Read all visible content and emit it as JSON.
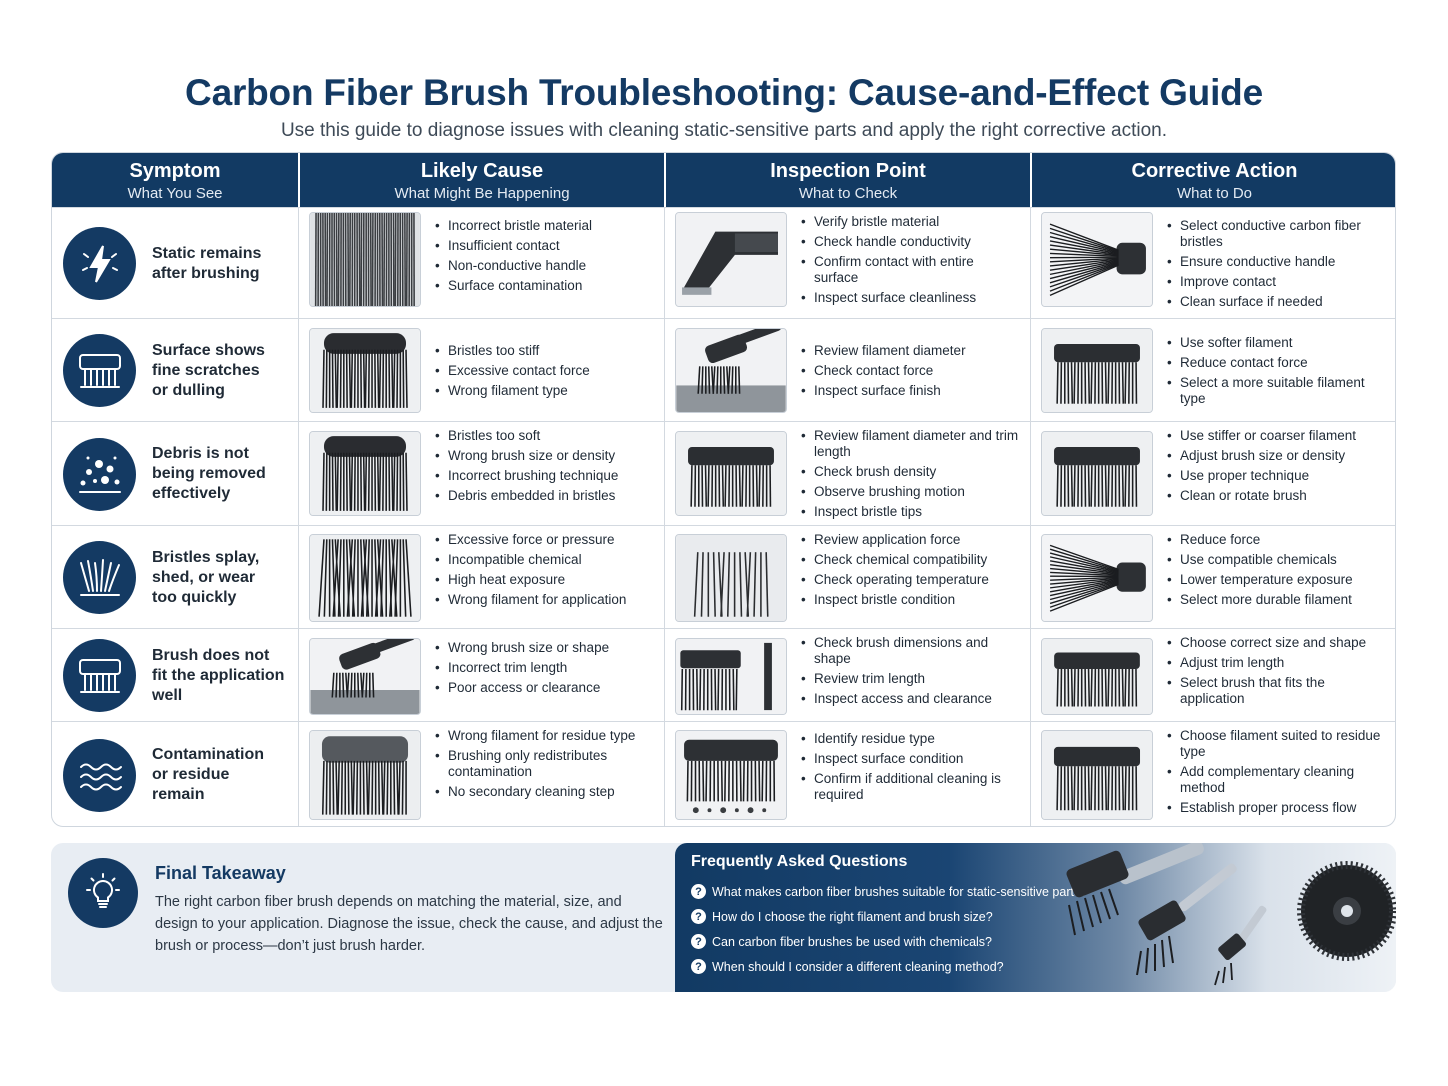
{
  "header": {
    "title": "Carbon Fiber Brush Troubleshooting: Cause-and-Effect Guide",
    "subtitle": "Use this guide to diagnose issues with cleaning static-sensitive parts and apply the right corrective action."
  },
  "columns": [
    {
      "title": "Symptom",
      "sub": "What You See"
    },
    {
      "title": "Likely Cause",
      "sub": "What Might Be Happening"
    },
    {
      "title": "Inspection Point",
      "sub": "What to Check"
    },
    {
      "title": "Corrective Action",
      "sub": "What to Do"
    }
  ],
  "rows": [
    {
      "symptom": [
        "Static remains",
        "after brushing"
      ],
      "icon": "lightning-icon",
      "causes": [
        "Incorrect bristle material",
        "Insufficient contact",
        "Non-conductive handle",
        "Surface contamination"
      ],
      "inspect": [
        "Verify bristle material",
        "Check handle conductivity",
        "Confirm contact with entire surface",
        "Inspect surface cleanliness"
      ],
      "actions": [
        "Select conductive carbon fiber bristles",
        "Ensure conductive handle",
        "Improve contact",
        "Clean surface if needed"
      ]
    },
    {
      "symptom": [
        "Surface shows",
        "fine scratches",
        "or dulling"
      ],
      "icon": "brush-icon",
      "causes": [
        "Bristles too stiff",
        "Excessive contact force",
        "Wrong filament type"
      ],
      "inspect": [
        "Review filament diameter",
        "Check contact force",
        "Inspect surface finish"
      ],
      "actions": [
        "Use softer filament",
        "Reduce contact force",
        "Select a more suitable filament type"
      ]
    },
    {
      "symptom": [
        "Debris is not",
        "being removed",
        "effectively"
      ],
      "icon": "debris-icon",
      "causes": [
        "Bristles too soft",
        "Wrong brush size or density",
        "Incorrect brushing technique",
        "Debris embedded in bristles"
      ],
      "inspect": [
        "Review filament diameter and trim length",
        "Check brush density",
        "Observe brushing motion",
        "Inspect bristle tips"
      ],
      "actions": [
        "Use stiffer or coarser filament",
        "Adjust brush size or density",
        "Use proper technique",
        "Clean or rotate brush"
      ]
    },
    {
      "symptom": [
        "Bristles splay,",
        "shed, or wear",
        "too quickly"
      ],
      "icon": "splayed-bristles-icon",
      "causes": [
        "Excessive force or pressure",
        "Incompatible chemical",
        "High heat exposure",
        "Wrong filament for application"
      ],
      "inspect": [
        "Review application force",
        "Check chemical compatibility",
        "Check operating temperature",
        "Inspect bristle condition"
      ],
      "actions": [
        "Reduce force",
        "Use compatible chemicals",
        "Lower temperature exposure",
        "Select more durable filament"
      ]
    },
    {
      "symptom": [
        "Brush does not",
        "fit the application",
        "well"
      ],
      "icon": "brush-icon",
      "causes": [
        "Wrong brush size or shape",
        "Incorrect trim length",
        "Poor access or clearance"
      ],
      "inspect": [
        "Check brush dimensions and shape",
        "Review trim length",
        "Inspect access and clearance"
      ],
      "actions": [
        "Choose correct size and shape",
        "Adjust trim length",
        "Select brush that fits the application"
      ]
    },
    {
      "symptom": [
        "Contamination",
        "or residue",
        "remain"
      ],
      "icon": "wave-icon",
      "causes": [
        "Wrong filament for residue type",
        "Brushing only redistributes contamination",
        "No secondary cleaning step"
      ],
      "inspect": [
        "Identify residue type",
        "Inspect surface condition",
        "Confirm if additional cleaning is required"
      ],
      "actions": [
        "Choose filament suited to residue type",
        "Add complementary cleaning method",
        "Establish proper process flow"
      ]
    }
  ],
  "footer": {
    "title": "Final Takeaway",
    "body": "The right carbon fiber brush depends on matching the material, size, and design to your application. Diagnose the issue, check the cause, and adjust the brush or process—don’t just brush harder.",
    "faq_title": "Frequently Asked Questions",
    "faq": [
      "What makes carbon fiber brushes suitable for static-sensitive parts?",
      "How do I choose the right filament and brush size?",
      "Can carbon fiber brushes be used with chemicals?",
      "When should I consider a different cleaning method?"
    ],
    "faq_mark": "?"
  },
  "colors": {
    "navy": "#123a63",
    "border": "#d3d9e0",
    "panel": "#e8edf3"
  }
}
